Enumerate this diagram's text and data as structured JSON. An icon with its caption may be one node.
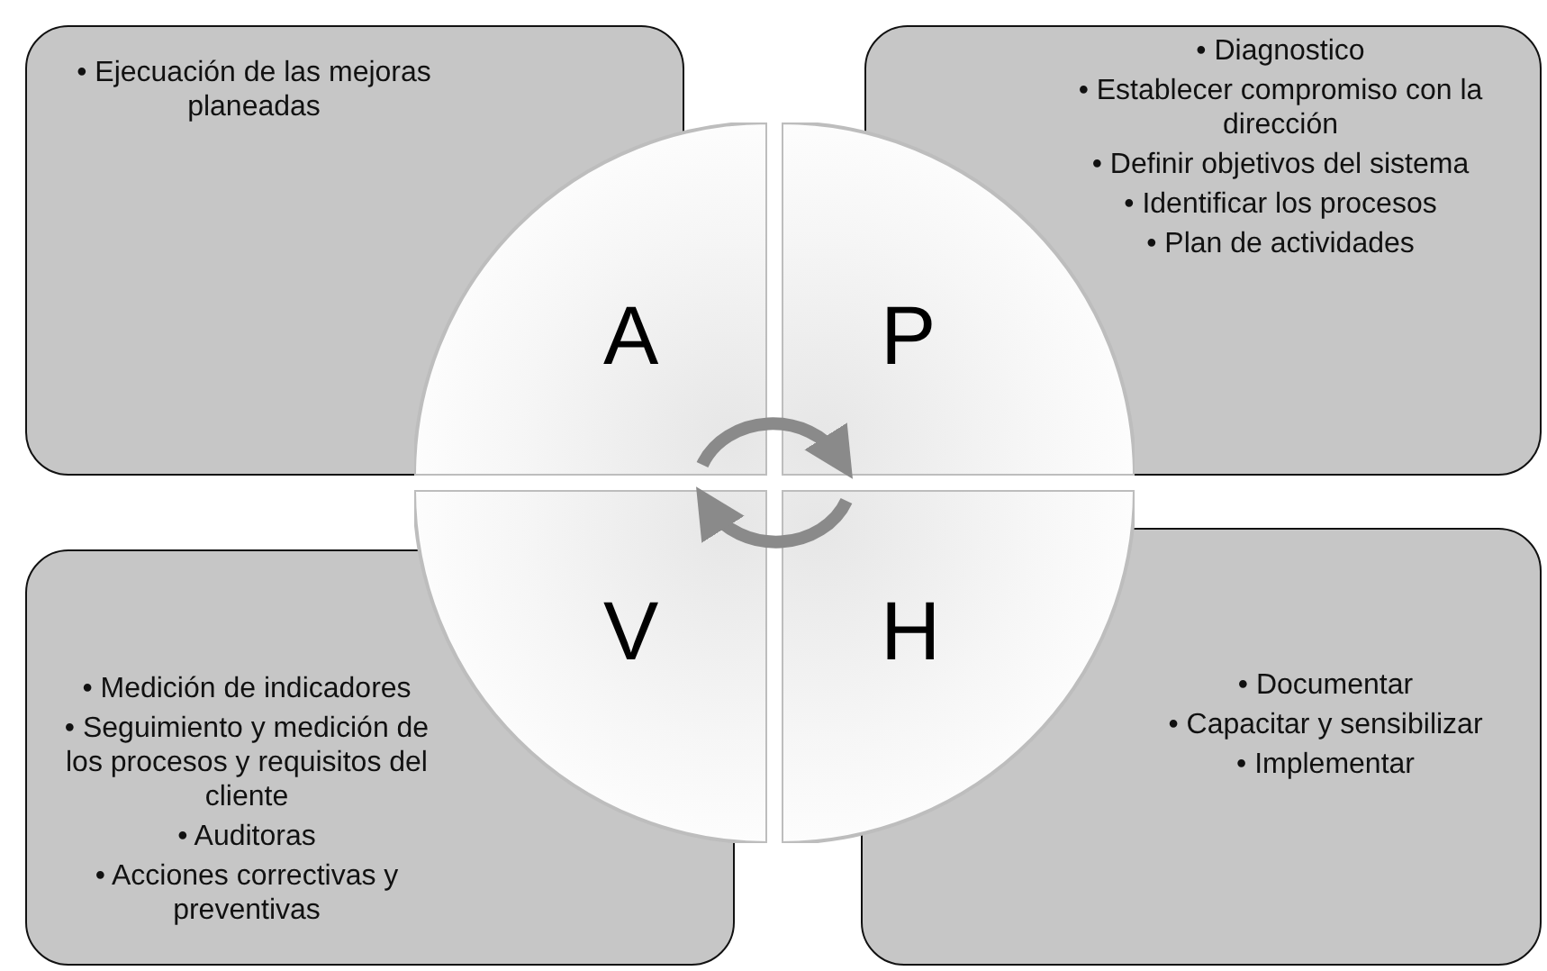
{
  "diagram": {
    "nodes": [
      {
        "text": [
          "• Ejecuación de las mejoras planeadas"
        ]
      },
      {
        "text": [
          "• Diagnostico",
          "• Establecer compromiso con la dirección",
          "• Definir objetivos del sistema",
          "• Identificar los procesos",
          "• Plan de actividades"
        ]
      },
      {
        "text": [
          "A"
        ]
      },
      {
        "text": [
          "P"
        ]
      },
      {
        "text": [
          "V"
        ]
      },
      {
        "text": [
          "H"
        ]
      },
      {
        "text": [
          "• Medición de indicadores",
          "• Seguimiento y medición de los procesos y requisitos del cliente",
          "• Auditoras",
          "• Acciones correctivas y preventivas"
        ]
      },
      {
        "text": [
          "• Documentar",
          "• Capacitar y sensibilizar",
          "• Implementar"
        ]
      }
    ],
    "edges": [
      {
        "from": 2,
        "to": 3,
        "arrow": "to"
      },
      {
        "from": 5,
        "to": 4,
        "arrow": "to"
      }
    ]
  }
}
